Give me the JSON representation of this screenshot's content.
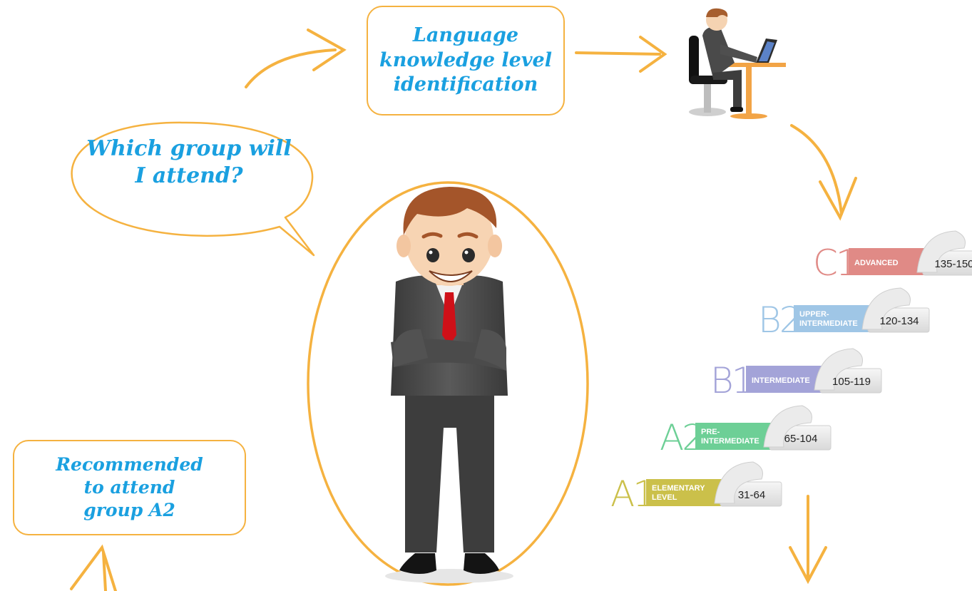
{
  "steps": {
    "identification": [
      "Language",
      "knowledge level",
      "identification"
    ],
    "question": [
      "Which group will",
      "I attend?"
    ],
    "recommendation": [
      "Recommended",
      "to attend",
      "group A2"
    ]
  },
  "levels": [
    {
      "code": "C1",
      "label": [
        "ADVANCED"
      ],
      "range": "135-150",
      "color": "#e08a86"
    },
    {
      "code": "B2",
      "label": [
        "UPPER-",
        "INTERMEDIATE"
      ],
      "range": "120-134",
      "color": "#9fc6e6"
    },
    {
      "code": "B1",
      "label": [
        "INTERMEDIATE"
      ],
      "range": "105-119",
      "color": "#a3a3d8"
    },
    {
      "code": "A2",
      "label": [
        "PRE-",
        "INTERMEDIATE"
      ],
      "range": "65-104",
      "color": "#6dcf96"
    },
    {
      "code": "A1",
      "label": [
        "ELEMENTARY",
        "LEVEL"
      ],
      "range": "31-64",
      "color": "#cbc04a"
    }
  ],
  "colors": {
    "accent": "#f5b240",
    "text": "#1aa0e0"
  }
}
